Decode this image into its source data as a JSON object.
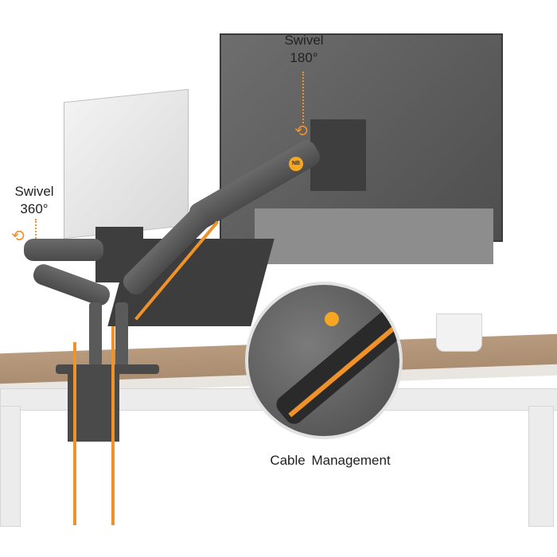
{
  "annotations": {
    "swivel_top": {
      "title": "Swivel",
      "angle": "180°"
    },
    "swivel_left": {
      "title": "Swivel",
      "angle": "360°"
    },
    "cable_management": "Cable Management"
  },
  "brand_badge": "NB",
  "colors": {
    "accent": "#f0922a",
    "arm": "#555555",
    "background": "#ffffff",
    "desk": "#a78a6e"
  },
  "icons": [
    "rotation-arrow-icon",
    "brand-logo-icon"
  ]
}
